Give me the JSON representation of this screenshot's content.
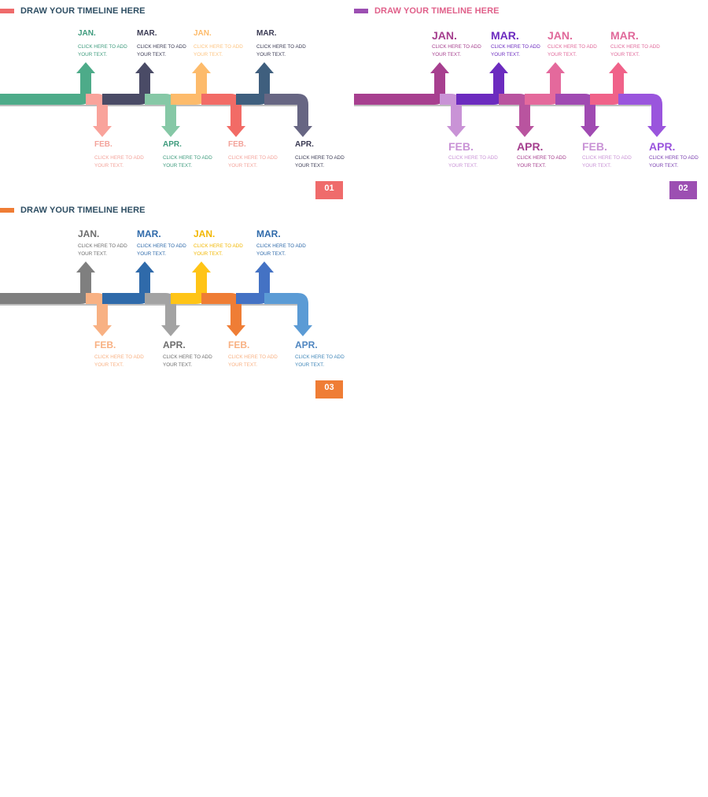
{
  "slides": [
    {
      "title": "DRAW YOUR TIMELINE HERE",
      "title_color": "#2e4e63",
      "bar_color": "#ef6b6b",
      "number": "01",
      "number_color": "#ef6b6b",
      "month_size": "10px",
      "base_color": "#3e9b7d",
      "segments": [
        {
          "month": "JAN.",
          "dir": "up",
          "color": "#4dab89",
          "desc": "CLICK HERE TO ADD YOUR TEXT."
        },
        {
          "month": "FEB.",
          "dir": "down",
          "color": "#f9a39b",
          "desc": "CLICK HERE TO ADD YOUR TEXT."
        },
        {
          "month": "MAR.",
          "dir": "up",
          "color": "#4a4b66",
          "desc": "CLICK HERE TO ADD YOUR TEXT."
        },
        {
          "month": "APR.",
          "dir": "down",
          "color": "#86c8a6",
          "desc": "CLICK HERE TO ADD YOUR TEXT."
        },
        {
          "month": "JAN.",
          "dir": "up",
          "color": "#fdbb6b",
          "desc": "CLICK HERE TO ADD YOUR TEXT."
        },
        {
          "month": "FEB.",
          "dir": "down",
          "color": "#f26b66",
          "desc": "CLICK HERE TO ADD YOUR TEXT."
        },
        {
          "month": "MAR.",
          "dir": "up",
          "color": "#3f5f7e",
          "desc": "CLICK HERE TO ADD YOUR TEXT."
        },
        {
          "month": "APR.",
          "dir": "down",
          "color": "#676683",
          "desc": "CLICK HERE TO ADD YOUR TEXT."
        }
      ],
      "month_colors": [
        "#3e9b7d",
        "#f3a39b",
        "#3b3b54",
        "#3e9b7d",
        "#fdbb6b",
        "#f3a39b",
        "#3b3b54",
        "#3b3b54"
      ],
      "desc_colors": [
        "#3e9b7d",
        "#f3a39b",
        "#3b3b54",
        "#3e9b7d",
        "#fdc481",
        "#f3a39b",
        "#3b3b54",
        "#3b3b54"
      ]
    },
    {
      "title": "DRAW YOUR TIMELINE HERE",
      "title_color": "#e0608a",
      "bar_color": "#9c4fb2",
      "number": "02",
      "number_color": "#9c4fb2",
      "month_size": "14px",
      "base_color": "#a53f8e",
      "segments": [
        {
          "month": "JAN.",
          "dir": "up",
          "color": "#a73f8f",
          "desc": "CLICK HERE TO ADD YOUR TEXT."
        },
        {
          "month": "FEB.",
          "dir": "down",
          "color": "#c993d6",
          "desc": "CLICK HERE TO ADD YOUR TEXT."
        },
        {
          "month": "MAR.",
          "dir": "up",
          "color": "#6c2bbf",
          "desc": "CLICK HERE TO ADD YOUR TEXT."
        },
        {
          "month": "APR.",
          "dir": "down",
          "color": "#b9549f",
          "desc": "CLICK HERE TO ADD YOUR TEXT."
        },
        {
          "month": "JAN.",
          "dir": "up",
          "color": "#e4699c",
          "desc": "CLICK HERE TO ADD YOUR TEXT."
        },
        {
          "month": "FEB.",
          "dir": "down",
          "color": "#a04ab2",
          "desc": "CLICK HERE TO ADD YOUR TEXT."
        },
        {
          "month": "MAR.",
          "dir": "up",
          "color": "#f06289",
          "desc": "CLICK HERE TO ADD YOUR TEXT."
        },
        {
          "month": "APR.",
          "dir": "down",
          "color": "#9a55dd",
          "desc": "CLICK HERE TO ADD YOUR TEXT."
        }
      ],
      "month_colors": [
        "#a53f8e",
        "#c993d6",
        "#6c2bbf",
        "#a53f8e",
        "#e0699a",
        "#c993d6",
        "#e0699a",
        "#9a55dd"
      ],
      "desc_colors": [
        "#a53f8e",
        "#c993d6",
        "#6c2bbf",
        "#a53f8e",
        "#e0699a",
        "#c993d6",
        "#e0699a",
        "#7a3fb0"
      ]
    },
    {
      "title": "DRAW YOUR TIMELINE HERE",
      "title_color": "#2e4e63",
      "bar_color": "#ef7d35",
      "number": "03",
      "number_color": "#ef7d35",
      "month_size": "12px",
      "base_color": "#7d7d7d",
      "segments": [
        {
          "month": "JAN.",
          "dir": "up",
          "color": "#7f7f7f",
          "desc": "CLICK HERE TO ADD YOUR TEXT."
        },
        {
          "month": "FEB.",
          "dir": "down",
          "color": "#f8b183",
          "desc": "CLICK HERE TO ADD YOUR TEXT."
        },
        {
          "month": "MAR.",
          "dir": "up",
          "color": "#2f6aaa",
          "desc": "CLICK HERE TO ADD YOUR TEXT."
        },
        {
          "month": "APR.",
          "dir": "down",
          "color": "#a3a3a3",
          "desc": "CLICK HERE TO ADD YOUR TEXT."
        },
        {
          "month": "JAN.",
          "dir": "up",
          "color": "#ffc416",
          "desc": "CLICK HERE TO ADD YOUR TEXT."
        },
        {
          "month": "FEB.",
          "dir": "down",
          "color": "#ef7d35",
          "desc": "CLICK HERE TO ADD YOUR TEXT."
        },
        {
          "month": "MAR.",
          "dir": "up",
          "color": "#4472c4",
          "desc": "CLICK HERE TO ADD YOUR TEXT."
        },
        {
          "month": "APR.",
          "dir": "down",
          "color": "#5b9bd5",
          "desc": "CLICK HERE TO ADD YOUR TEXT."
        }
      ],
      "month_colors": [
        "#6d6d6d",
        "#f8b183",
        "#2f6aaa",
        "#6d6d6d",
        "#f2b700",
        "#f8b183",
        "#2f6aaa",
        "#4f86c0"
      ],
      "desc_colors": [
        "#6d6d6d",
        "#f8b183",
        "#2f6aaa",
        "#6d6d6d",
        "#f2b700",
        "#f8b183",
        "#2f6aaa",
        "#3f86b8"
      ]
    }
  ]
}
